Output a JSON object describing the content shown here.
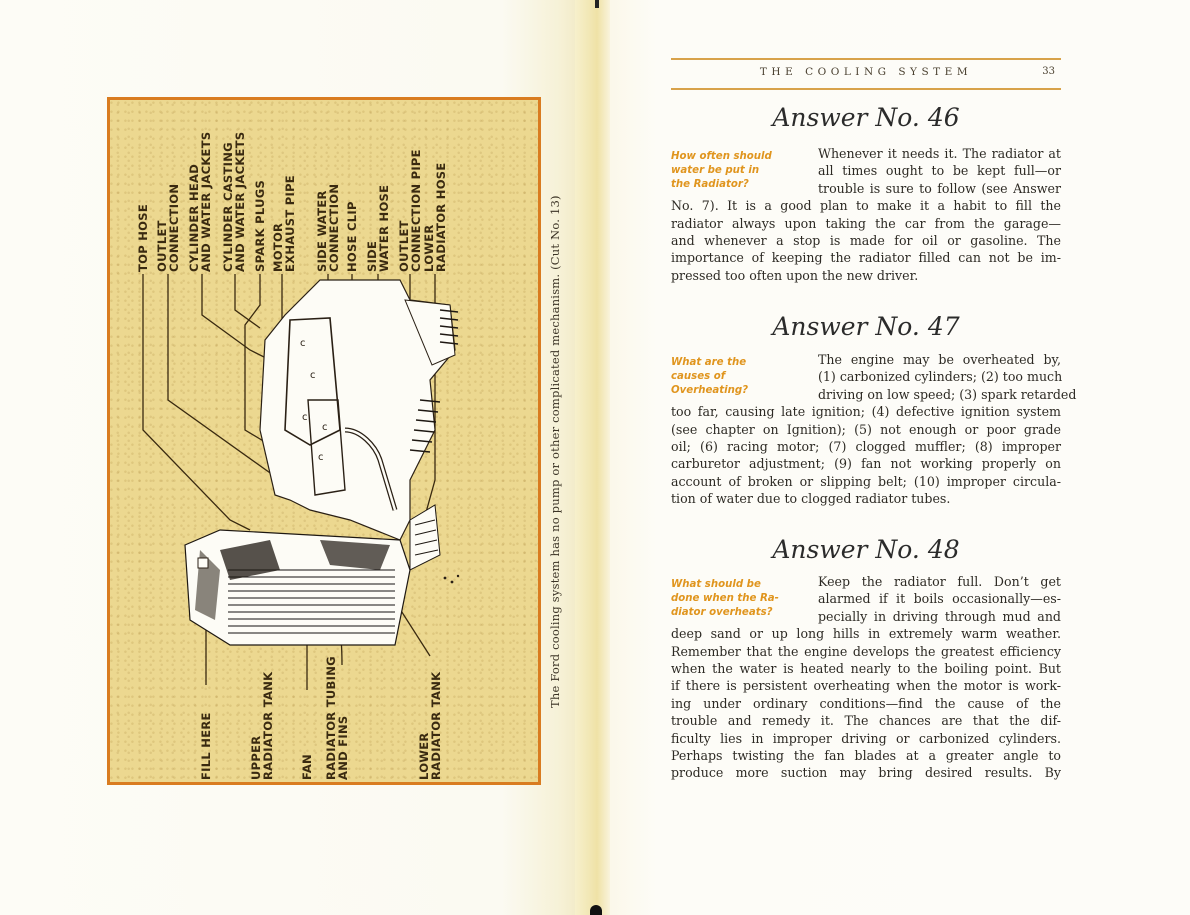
{
  "left_page": {
    "figure": {
      "labels_top": [
        "TOP HOSE",
        "OUTLET\nCONNECTION",
        "CYLINDER HEAD\nAND WATER JACKETS",
        "CYLINDER CASTING\nAND WATER JACKETS",
        "SPARK PLUGS",
        "MOTOR\nEXHAUST PIPE",
        "SIDE WATER\nCONNECTION",
        "HOSE CLIP",
        "SIDE\nWATER HOSE",
        "OUTLET\nCONNECTION PIPE",
        "LOWER\nRADIATOR HOSE"
      ],
      "labels_bottom": [
        "FILL HERE",
        "UPPER\nRADIATOR TANK",
        "FAN",
        "RADIATOR TUBING\nAND FINS",
        "LOWER\nRADIATOR TANK"
      ],
      "colors": {
        "border": "#d97c20",
        "background": "#ecd890",
        "ink": "#3a2a10"
      }
    },
    "caption": "The Ford cooling system has no pump or other complicated mechanism.   (Cut No. 13)"
  },
  "right_page": {
    "running_head": "THE COOLING SYSTEM",
    "page_number": "33",
    "accent_color": "#e0951e",
    "answers": [
      {
        "heading": "Answer No. 46",
        "question": [
          "How often should",
          "water be put in",
          "the Radiator?"
        ],
        "lines": [
          "Whenever it needs it.  The radiator at",
          "all times ought to be kept full—or",
          "trouble is sure to follow (see Answer",
          "No. 7).   It is a good plan to make it a habit to fill the",
          "radiator always upon taking the car from the garage—",
          "and whenever a stop is made for oil or gasoline.   The",
          "importance of keeping the radiator filled can not be im-",
          "pressed too often upon the new driver."
        ]
      },
      {
        "heading": "Answer No. 47",
        "question": [
          "What are the",
          "causes of",
          "Overheating?"
        ],
        "lines": [
          "The engine may be overheated by,",
          "(1) carbonized cylinders; (2) too much",
          "driving on low speed; (3) spark retarded",
          "too far, causing late ignition; (4) defective ignition system",
          "(see chapter on Ignition); (5) not enough or poor grade",
          "oil; (6) racing motor; (7) clogged muffler; (8) improper",
          "carburetor adjustment; (9) fan not working properly on",
          "account of broken or slipping belt; (10) improper circula-",
          "tion of water due to clogged radiator tubes."
        ]
      },
      {
        "heading": "Answer No. 48",
        "question": [
          "What should be",
          "done when the Ra-",
          "diator overheats?"
        ],
        "lines": [
          "Keep the radiator full.  Don’t get",
          "alarmed if it boils occasionally—es-",
          "pecially in driving through mud and",
          "deep sand or up long hills in extremely warm weather.",
          "Remember that the engine develops the greatest efficiency",
          "when the water is heated nearly to the boiling point.  But",
          "if there is persistent overheating when the motor is work-",
          "ing under ordinary conditions—find the cause of the",
          "trouble and remedy it.  The chances are that the dif-",
          "ficulty lies in improper driving or carbonized cylinders.",
          "Perhaps twisting the fan blades at a greater angle to",
          "produce more suction may bring desired results.   By"
        ]
      }
    ]
  }
}
